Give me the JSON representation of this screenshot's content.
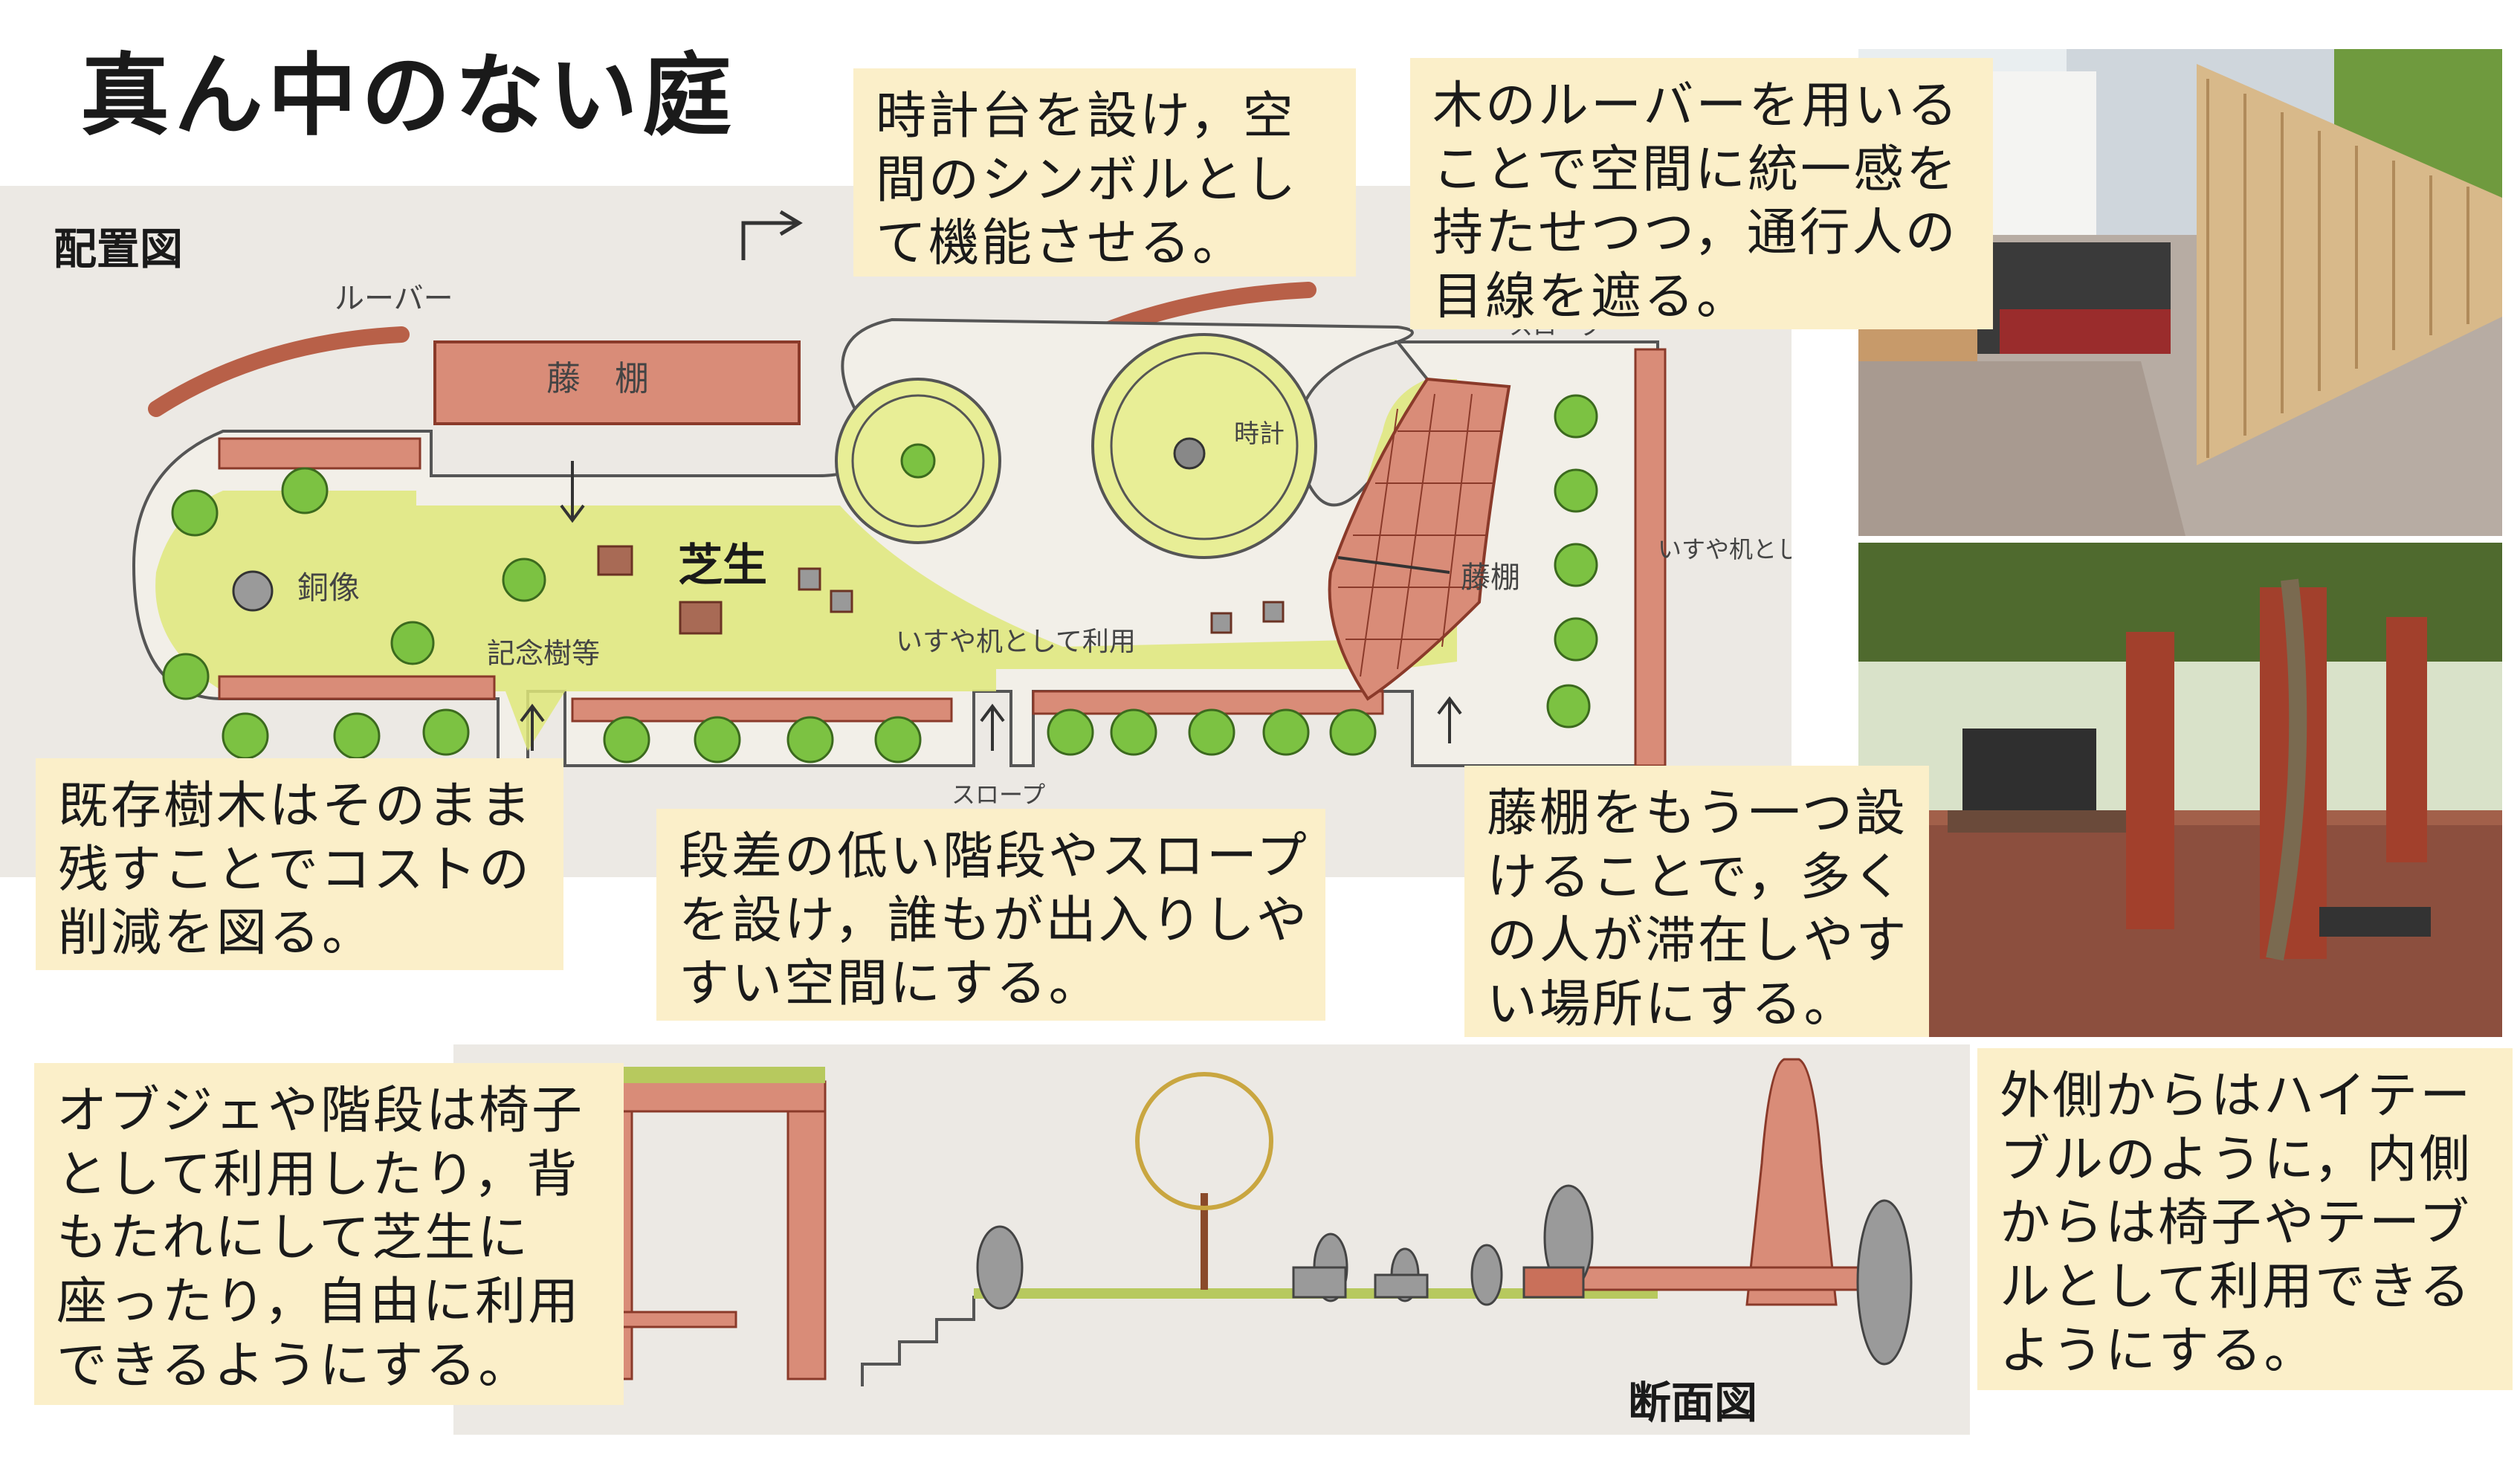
{
  "title": "真ん中のない庭",
  "plan_label": "配置図",
  "section_label": "断面図",
  "plan_annotations": {
    "louver": "ルーバー",
    "fuji1": "藤　棚",
    "shibafu": "芝生",
    "douzou": "銅像",
    "kinen": "記念樹等",
    "isu_tsukue": "いすや机として利用",
    "tokei": "時計",
    "slope_bottom": "スロープ",
    "slope_top": "スロープ",
    "fuji2": "藤棚",
    "isu_right": "いすや机として利用"
  },
  "notes": {
    "tokeidai": [
      "時計台を設け，空",
      "間のシンボルとし",
      "て機能させる。"
    ],
    "louver": [
      "木のルーバーを用いる",
      "ことで空間に統一感を",
      "持たせつつ，通行人の",
      "目線を遮る。"
    ],
    "kizon": [
      "既存樹木はそのまま",
      "残すことでコストの",
      "削減を図る。"
    ],
    "dansa": [
      "段差の低い階段やスロープ",
      "を設け，誰もが出入りしや",
      "すい空間にする。"
    ],
    "fujidana": [
      "藤棚をもう一つ設",
      "けることで，多く",
      "の人が滞在しやす",
      "い場所にする。"
    ],
    "obuje": [
      "オブジェや階段は椅子",
      "として利用したり，背",
      "もたれにして芝生に",
      "座ったり，自由に利用",
      "できるようにする。"
    ],
    "sotogawa": [
      "外側からはハイテー",
      "ブルのように，内側",
      "からは椅子やテーブ",
      "ルとして利用できる",
      "ようにする。"
    ]
  },
  "colors": {
    "note_bg": "#fbefc9",
    "grass": "#dfe77a",
    "brick": "#c9705a",
    "tree": "#7cc242",
    "paper": "#ece9e4"
  }
}
